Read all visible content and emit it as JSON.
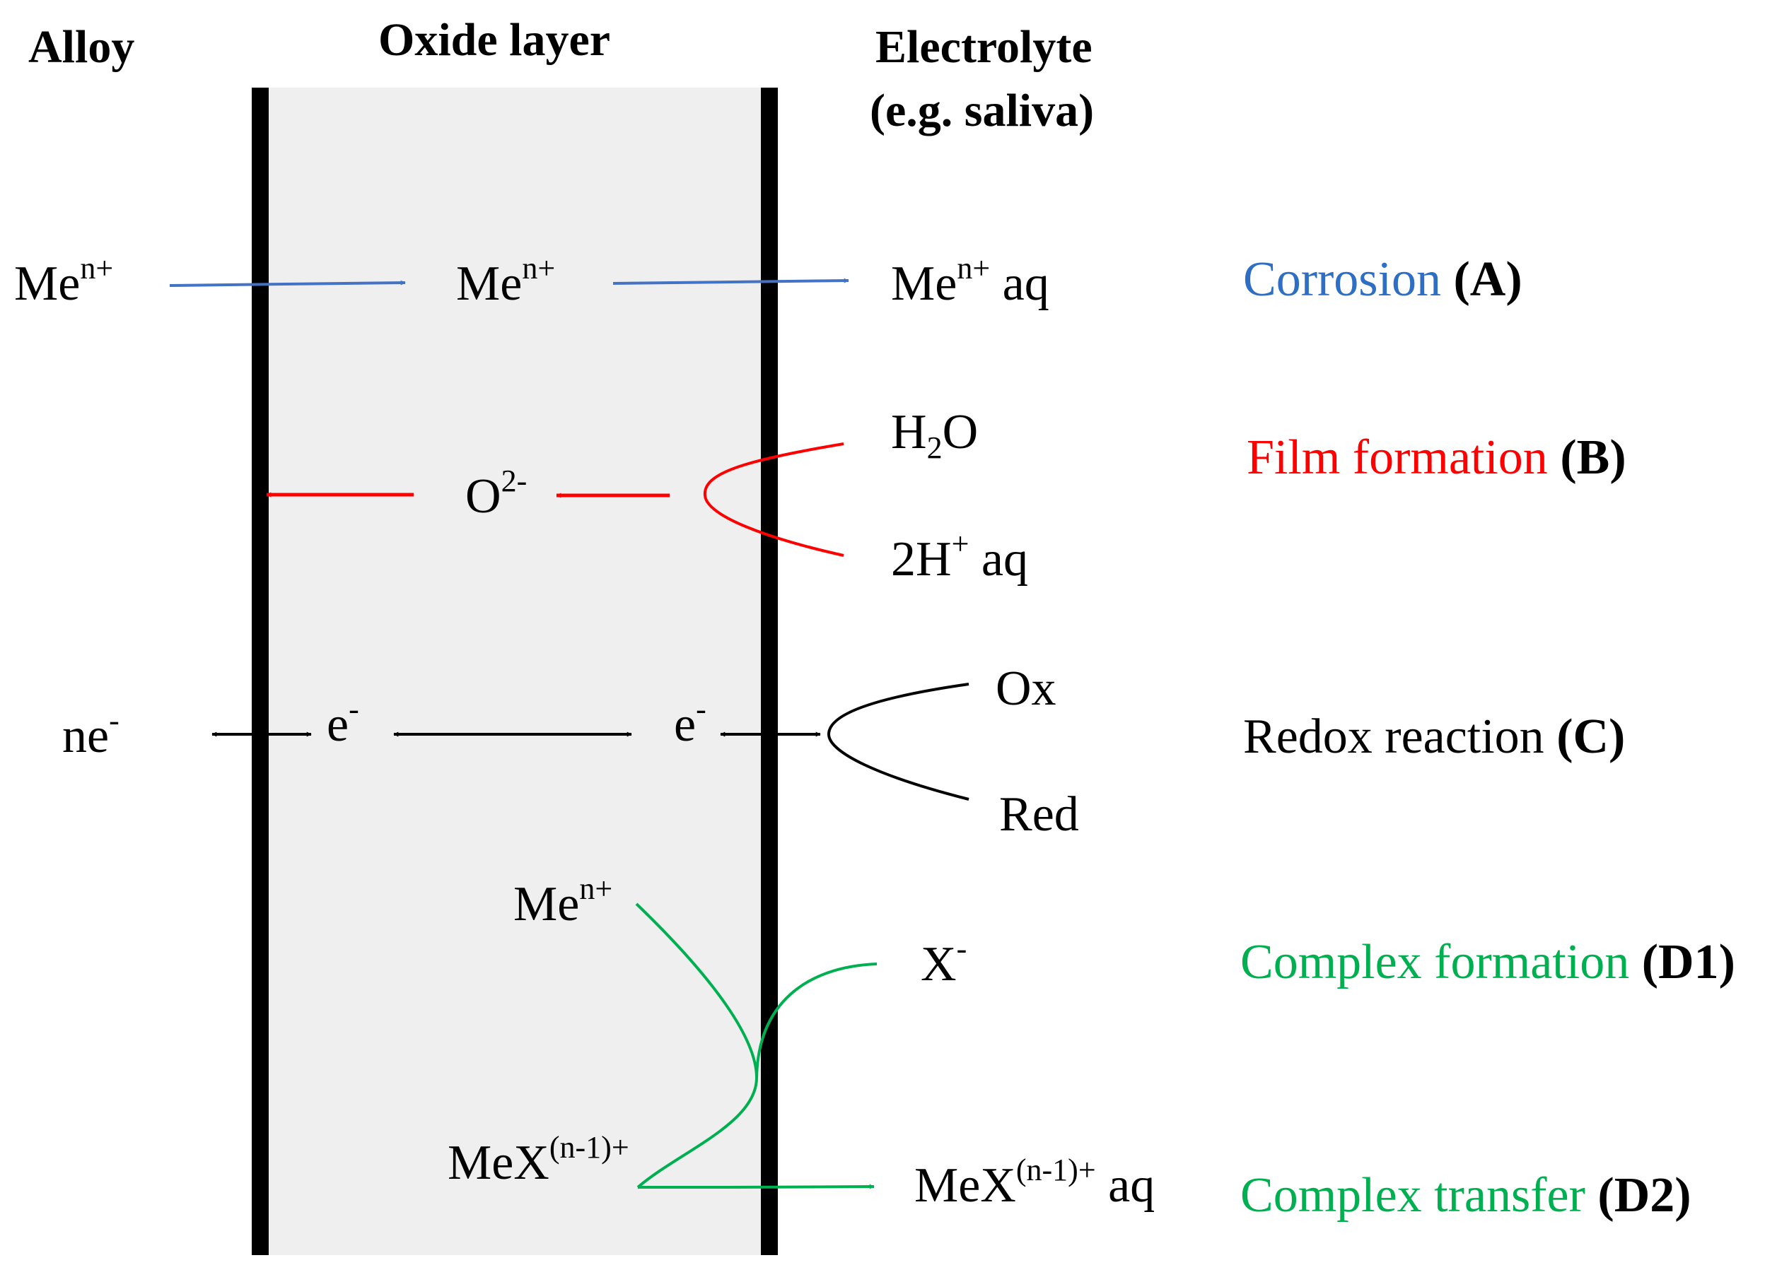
{
  "headers": {
    "alloy": "Alloy",
    "oxide": "Oxide layer",
    "electrolyte_line1": "Electrolyte",
    "electrolyte_line2": "(e.g. saliva)"
  },
  "species": {
    "me_alloy": {
      "base": "Me",
      "sup": "n+"
    },
    "me_oxide": {
      "base": "Me",
      "sup": "n+"
    },
    "me_aq": {
      "base": "Me",
      "sup": "n+",
      "suffix": " aq"
    },
    "water": {
      "base": "H",
      "sub": "2",
      "suffix": "O"
    },
    "oxide_ion": {
      "base": "O",
      "sup": "2-"
    },
    "protons": {
      "base": "2H",
      "sup": "+",
      "suffix": " aq"
    },
    "ne": {
      "base": "ne",
      "sup": "-"
    },
    "e_left": {
      "base": "e",
      "sup": "-"
    },
    "e_right": {
      "base": "e",
      "sup": "-"
    },
    "ox": "Ox",
    "red": "Red",
    "me_complex": {
      "base": "Me",
      "sup": "n+"
    },
    "x_ion": {
      "base": "X",
      "sup": "-"
    },
    "mex": {
      "base": "MeX",
      "sup": "(n-1)+"
    },
    "mex_aq": {
      "base": "MeX",
      "sup": "(n-1)+",
      "suffix": " aq"
    }
  },
  "processes": [
    {
      "name": "Corrosion",
      "code": "(A)",
      "color": "#2E6EC4"
    },
    {
      "name": "Film formation",
      "code": "(B)",
      "color": "#FF0000"
    },
    {
      "name": "Redox reaction",
      "code": "(C)",
      "color": "#000000"
    },
    {
      "name": "Complex formation",
      "code": "(D1)",
      "color": "#00B050"
    },
    {
      "name": "Complex transfer",
      "code": "(D2)",
      "color": "#00B050"
    }
  ],
  "colors": {
    "corrosion": "#4472C4",
    "film": "#FF0000",
    "redox": "#000000",
    "complex": "#00B050",
    "oxide_fill": "#EFEFEF",
    "interface": "#000000"
  }
}
